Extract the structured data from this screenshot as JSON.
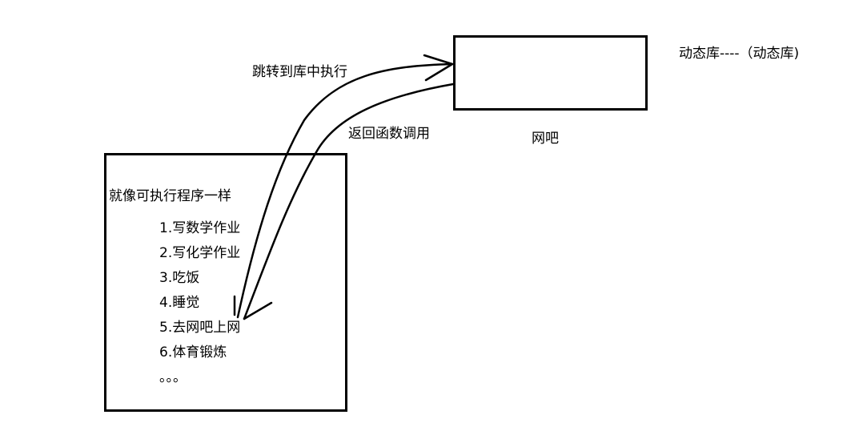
{
  "labels": {
    "jump_to_library": "跳转到库中执行",
    "return_call": "返回函数调用",
    "library_name": "网吧",
    "dynamic_library": "动态库----（动态库)",
    "like_executable": "就像可执行程序一样"
  },
  "steps": [
    "1.写数学作业",
    "2.写化学作业",
    "3.吃饭",
    "4.睡觉",
    "5.去网吧上网",
    "6.体育锻炼",
    "。。。"
  ]
}
